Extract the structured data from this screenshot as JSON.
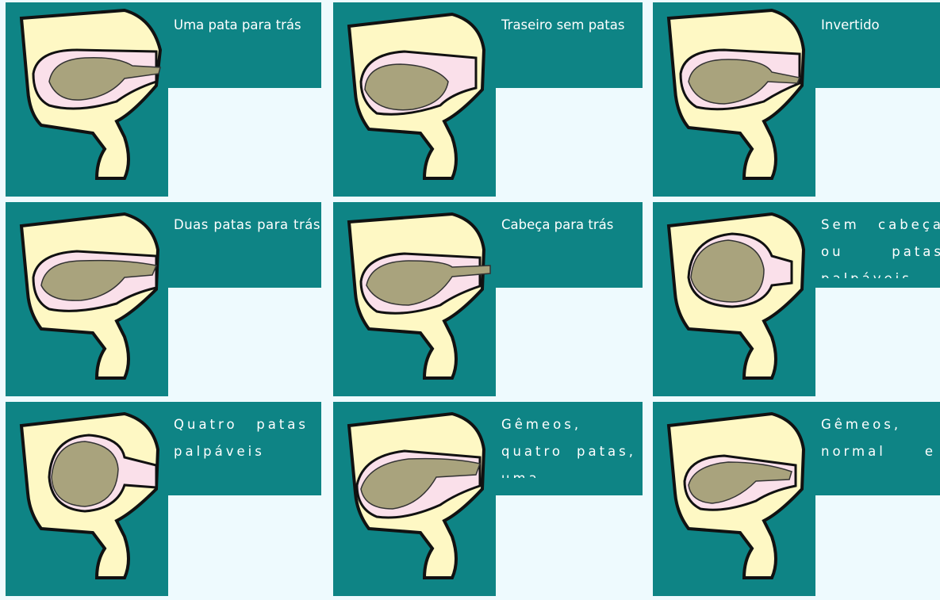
{
  "colors": {
    "background": "#eefafe",
    "panel": "#0e8485",
    "body": "#fef8c4",
    "uterus": "#fae0ea",
    "calf": "#a9a37d",
    "outline": "#111111"
  },
  "panels": [
    {
      "caption": "Uma pata para trás",
      "variant": "single-flex"
    },
    {
      "caption": "Traseiro sem patas",
      "variant": "curled"
    },
    {
      "caption": "Invertido",
      "variant": "upside"
    },
    {
      "caption": "Duas patas para trás",
      "variant": "single-flex"
    },
    {
      "caption": "Cabeça para trás",
      "variant": "legs-out"
    },
    {
      "caption": "Sem cabeça ou patas palpáveis",
      "variant": "vertical"
    },
    {
      "caption": "Quatro patas palpáveis",
      "variant": "vertical"
    },
    {
      "caption": "Gêmeos, quatro patas, uma",
      "variant": "twins"
    },
    {
      "caption": "Gêmeos, normal e",
      "variant": "twins"
    }
  ]
}
